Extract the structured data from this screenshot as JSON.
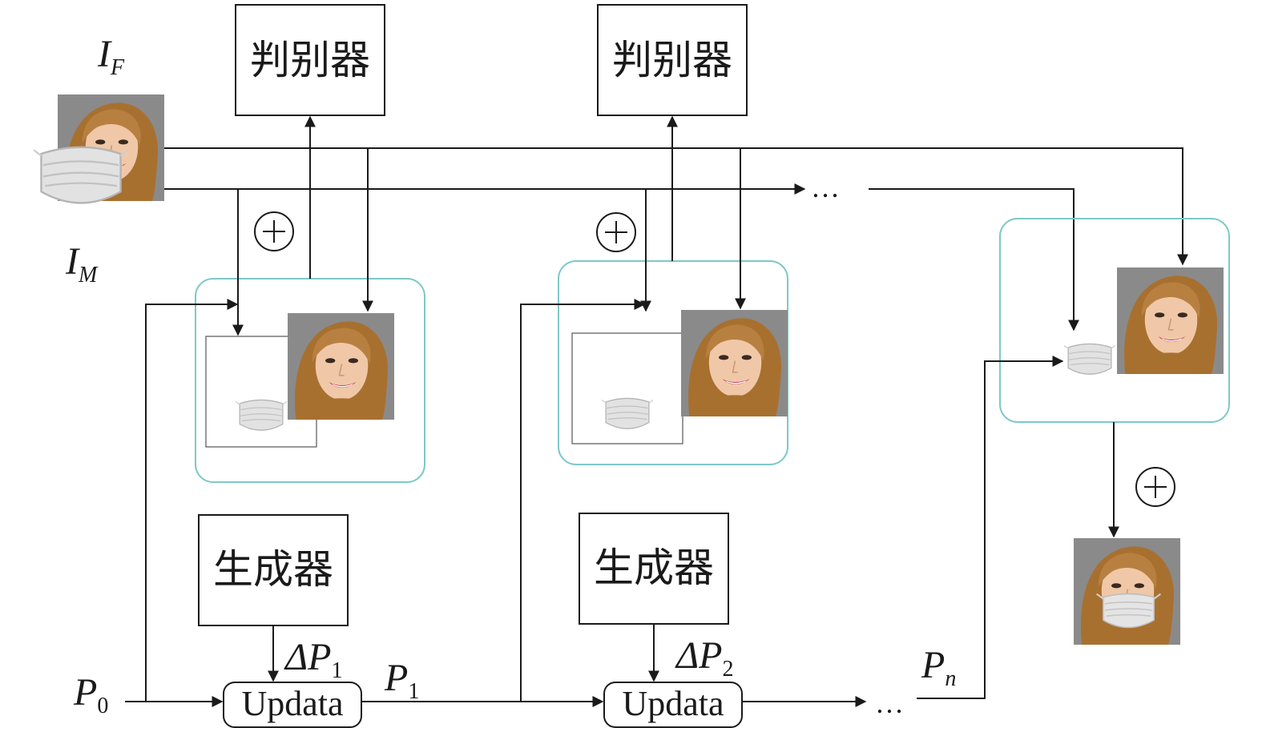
{
  "labels": {
    "i_f": "I",
    "i_f_sub": "F",
    "i_m": "I",
    "i_m_sub": "M",
    "discriminator": "判别器",
    "generator": "生成器",
    "update": "Updata",
    "p0": "P",
    "p0_sub": "0",
    "p1": "P",
    "p1_sub": "1",
    "pn": "P",
    "pn_sub": "n",
    "dp1": "ΔP",
    "dp1_sub": "1",
    "dp2": "ΔP",
    "dp2_sub": "2",
    "ellipsis": "…",
    "oplus": "+"
  },
  "colors": {
    "line": "#1a1a1a",
    "stage_border": "#7ec8c8",
    "mask": "#d9d9d9",
    "hair": "#b27a3c",
    "skin": "#f0c8a8",
    "lips": "#c0405a",
    "photo_bg": "#6e6e6e"
  }
}
